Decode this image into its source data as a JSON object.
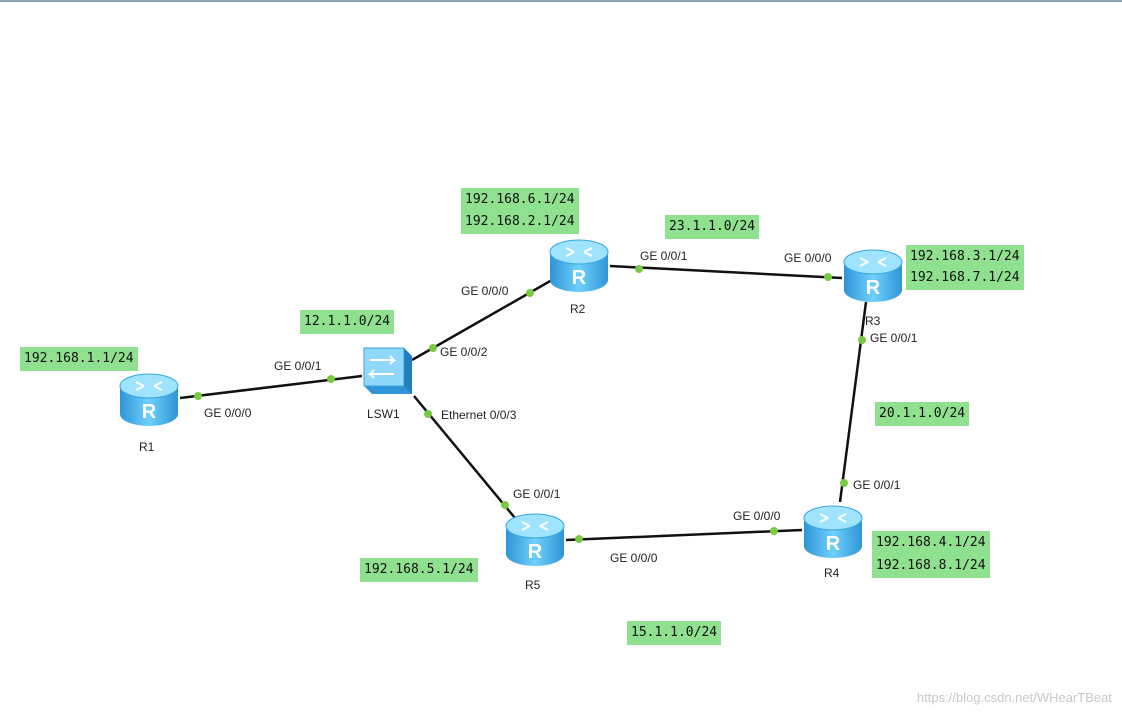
{
  "devices": {
    "r1": {
      "label": "R1",
      "icon": "router-icon"
    },
    "r2": {
      "label": "R2",
      "icon": "router-icon"
    },
    "r3": {
      "label": "R3",
      "icon": "router-icon"
    },
    "r4": {
      "label": "R4",
      "icon": "router-icon"
    },
    "r5": {
      "label": "R5",
      "icon": "router-icon"
    },
    "lsw1": {
      "label": "LSW1",
      "icon": "switch-icon"
    }
  },
  "ports": {
    "r1_ge000": "GE 0/0/0",
    "lsw_ge001": "GE 0/0/1",
    "lsw_ge002": "GE 0/0/2",
    "lsw_eth003": "Ethernet 0/0/3",
    "r2_ge000": "GE 0/0/0",
    "r2_ge001": "GE 0/0/1",
    "r3_ge000": "GE 0/0/0",
    "r3_ge001": "GE 0/0/1",
    "r4_ge001": "GE 0/0/1",
    "r4_ge000": "GE 0/0/0",
    "r5_ge001": "GE 0/0/1",
    "r5_ge000": "GE 0/0/0"
  },
  "notes": {
    "r1_net": "192.168.1.1/24",
    "sw_net": "12.1.1.0/24",
    "r2_net1": "192.168.6.1/24",
    "r2_net2": "192.168.2.1/24",
    "r2r3_net": "23.1.1.0/24",
    "r3_net1": "192.168.3.1/24",
    "r3_net2": "192.168.7.1/24",
    "r3r4_net": "20.1.1.0/24",
    "r4_net1": "192.168.4.1/24",
    "r4_net2": "192.168.8.1/24",
    "r5_net": "192.168.5.1/24",
    "r4r5_net": "15.1.1.0/24"
  },
  "watermark": "https://blog.csdn.net/WHearTBeat",
  "colors": {
    "note_bg": "#8fe08f",
    "link": "#111111",
    "port_dot": "#7ac943",
    "router_body": "#4fb8ec"
  }
}
